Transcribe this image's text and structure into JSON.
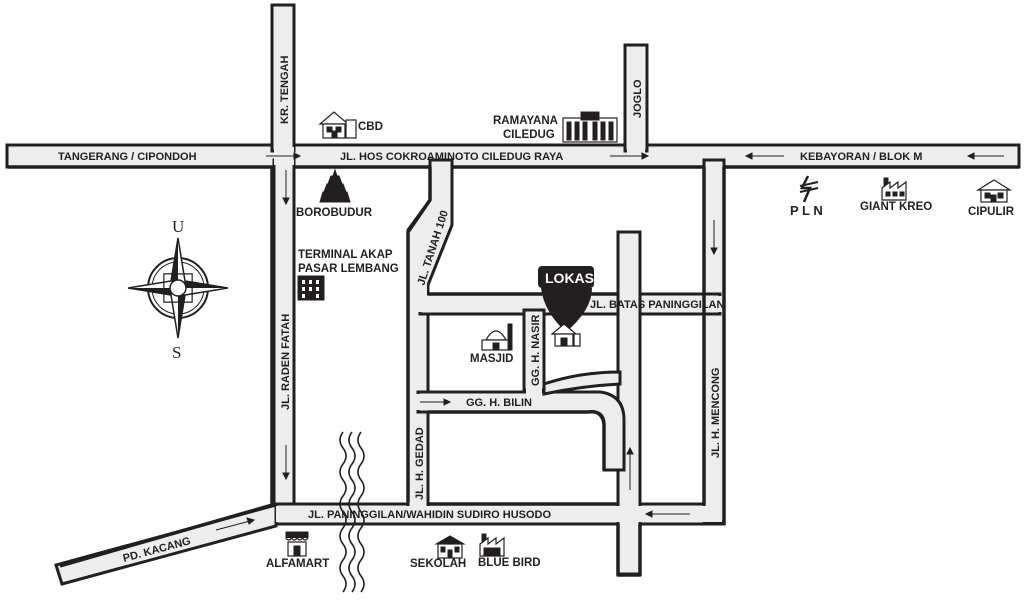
{
  "roads": {
    "tangerang": "TANGERANG / CIPONDOH",
    "hos": "JL. HOS COKROAMINOTO CILEDUG RAYA",
    "kebayoran": "KEBAYORAN / BLOK M",
    "kr_tengah": "KR. TENGAH",
    "joglo": "JOGLO",
    "tanah100": "JL. TANAH 100",
    "raden_fatah": "JL. RADEN FATAH",
    "batas": "JL. BATAS PANINGGILAN",
    "nasir": "GG. H. NASIR",
    "bilin": "GG. H. BILIN",
    "gedad": "JL. H. GEDAD",
    "mencong": "JL. H. MENCONG",
    "paninggilan": "JL. PANINGGILAN/WAHIDIN SUDIRO HUSODO",
    "kacang": "PD. KACANG"
  },
  "places": {
    "cbd": "CBD",
    "ramayana_1": "RAMAYANA",
    "ramayana_2": "CILEDUG",
    "borobudur": "BOROBUDUR",
    "terminal_1": "TERMINAL AKAP",
    "terminal_2": "PASAR LEMBANG",
    "masjid": "MASJID",
    "pln": "P L N",
    "giant": "GIANT KREO",
    "cipulir": "CIPULIR",
    "alfamart": "ALFAMART",
    "sekolah": "SEKOLAH",
    "bluebird": "BLUE BIRD"
  },
  "marker": {
    "label": "LOKASI"
  },
  "compass": {
    "north": "U",
    "south": "S"
  },
  "colors": {
    "ink": "#231f20",
    "road_fill": "#ededed",
    "background": "#ffffff"
  }
}
